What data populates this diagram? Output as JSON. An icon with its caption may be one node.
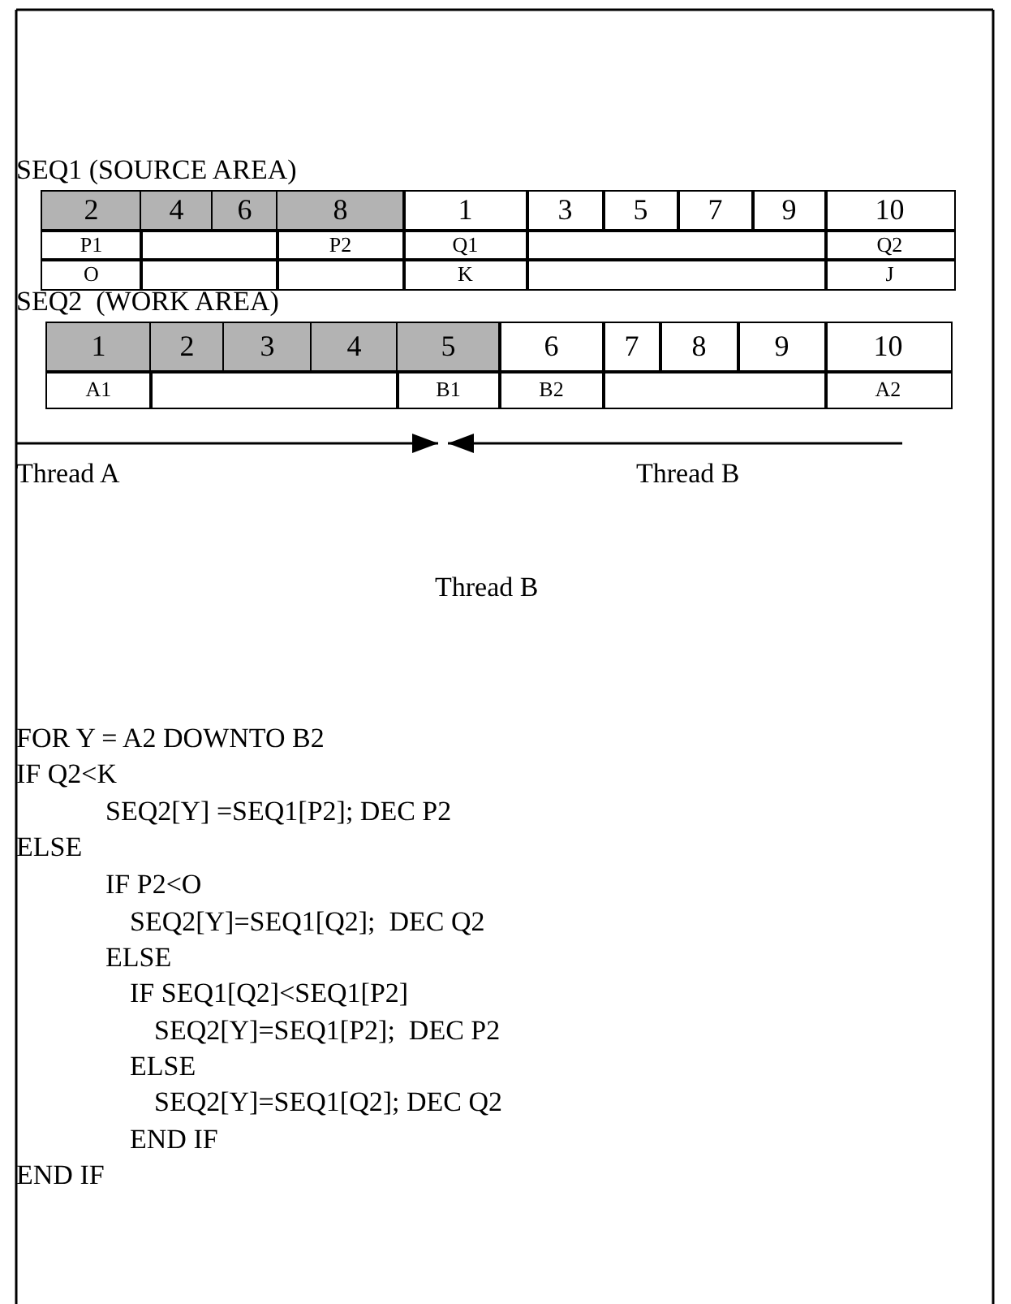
{
  "diagram": {
    "labels": [
      "SEQ1 (SOURCE AREA)",
      "2",
      "4",
      "6",
      "8",
      "1",
      "3",
      "5",
      "7",
      "9",
      "10",
      "P1",
      "P2",
      "Q1",
      "Q2",
      "O",
      "K",
      "J",
      "SEQ2  (WORK AREA)",
      "1",
      "2",
      "3",
      "4",
      "5",
      "6",
      "7",
      "8",
      "9",
      "10",
      "A1",
      "B1",
      "B2",
      "A2",
      "Thread A",
      "Thread B",
      "Thread B",
      "FOR Y = A2 DOWNTO B2",
      "IF Q2<K",
      "SEQ2[Y] =SEQ1[P2]; DEC P2",
      "ELSE",
      "IF P2<O",
      "SEQ2[Y]=SEQ1[Q2];  DEC Q2",
      "ELSE",
      "IF SEQ1[Q2]<SEQ1[P2]",
      "SEQ2[Y]=SEQ1[P2];  DEC P2",
      "ELSE",
      "SEQ2[Y]=SEQ1[Q2]; DEC Q2",
      "END IF",
      "END IF"
    ]
  }
}
